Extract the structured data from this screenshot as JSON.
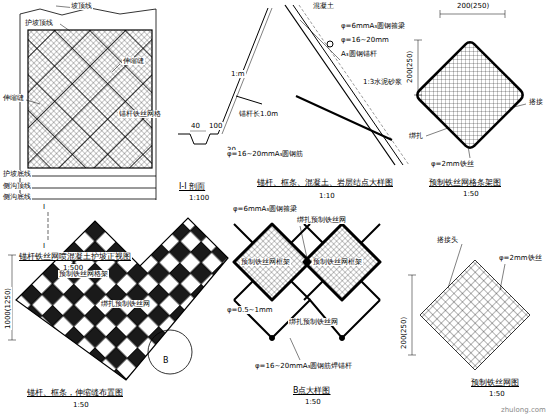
{
  "diagram": {
    "labels": [
      "坡顶线",
      "护坡顶线",
      "伸缩缝",
      "锚杆铁丝网格",
      "伸缩缝",
      "护坡底线",
      "侧沟顶线",
      "侧沟底线",
      "I",
      "I",
      "锚杆铁丝网喷混凝土护坡正视图",
      "1:500",
      "I-I 剖面",
      "1:100",
      "40",
      "100",
      "30",
      "1:m",
      "锚杆长1.0m",
      "φ=16~20mmA₃圆钢筋",
      "混凝土",
      "φ=6mmA₃圆钢箍梁",
      "φ=16~20mm",
      "A₃圆钢锚杆",
      "1:3水泥砂浆",
      "锚杆、框条、混凝土、岩层结点大样图",
      "1:10",
      "200(250)",
      "200(250)",
      "绑扎",
      "φ=2mm铁丝",
      "搭接",
      "预制铁丝网格条架图",
      "1:50",
      "1000(1250)",
      "预制铁丝网格架",
      "绑扎预制铁丝网",
      "B",
      "锚杆、框条，伸缩缝布置图",
      "1:50",
      "φ=6mmA₃圆钢箍梁",
      "绑扎预制铁丝网",
      "预制铁丝网框架",
      "预制铁丝网框架",
      "φ=0.5~1mm",
      "绑扎预制铁丝网",
      "φ=16~20mmA₃圆钢筋焊锚杆",
      "B点大样图",
      "1:50",
      "搭接头",
      "φ=2mm铁丝",
      "200(250)",
      "预制铁丝网图",
      "1:50",
      "zhulong.com"
    ]
  }
}
